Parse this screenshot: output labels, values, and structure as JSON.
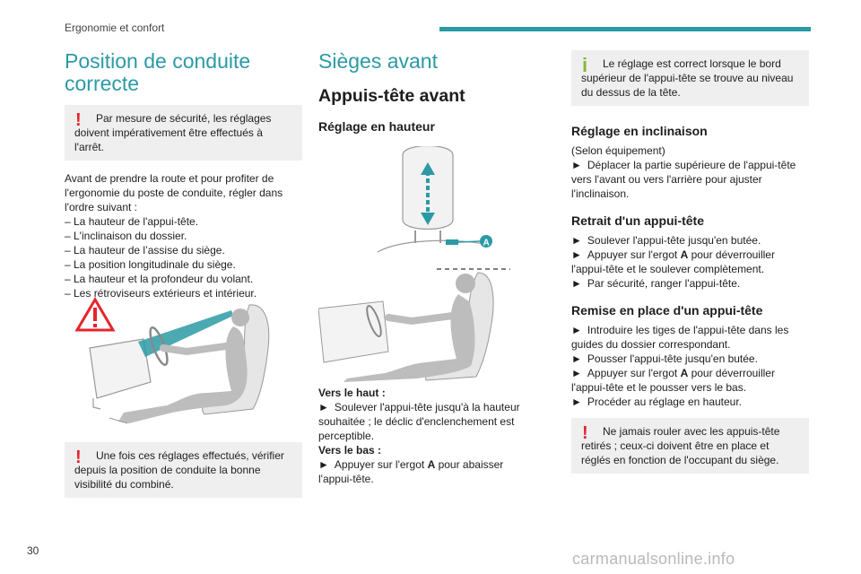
{
  "header": {
    "title": "Ergonomie et confort"
  },
  "col1": {
    "section_title": "Position de conduite correcte",
    "warning": "Par mesure de sécurité, les réglages doivent impérativement être effectués à l'arrêt.",
    "intro": "Avant de prendre la route et pour profiter de l'ergonomie du poste de conduite, régler dans l'ordre suivant :",
    "list": [
      "–  La hauteur de l'appui-tête.",
      "–  L'inclinaison du dossier.",
      "–  La hauteur de l’assise du siège.",
      "–  La position longitudinale du siège.",
      "–  La hauteur et la profondeur du volant.",
      "–  Les rétroviseurs extérieurs et intérieur."
    ],
    "warning2": "Une fois ces réglages effectués, vérifier depuis la position de conduite la bonne visibilité du combiné."
  },
  "col2": {
    "section_title": "Sièges avant",
    "subtitle": "Appuis-tête avant",
    "heading": "Réglage en hauteur",
    "figure_label": "A",
    "up_label": "Vers le haut :",
    "up_text": "Soulever l'appui-tête jusqu'à la hauteur souhaitée ; le déclic d'enclenchement est perceptible.",
    "down_label": "Vers le bas :",
    "down_text_1": "Appuyer sur l'ergot ",
    "down_bold": "A",
    "down_text_2": " pour abaisser l'appui-tête."
  },
  "col3": {
    "info": "Le réglage est correct lorsque le bord supérieur de l'appui-tête se trouve au niveau du dessus de la tête.",
    "incl_heading": "Réglage en inclinaison",
    "incl_text1": "(Selon équipement)",
    "incl_text2": "Déplacer la partie supérieure de l'appui-tête vers l'avant ou vers l'arrière pour ajuster l'inclinaison.",
    "retrait_heading": "Retrait d'un appui-tête",
    "retrait_1": "Soulever l'appui-tête jusqu'en butée.",
    "retrait_2a": "Appuyer sur l'ergot ",
    "retrait_2b": "A",
    "retrait_2c": " pour déverrouiller l'appui-tête et le soulever complètement.",
    "retrait_3": "Par sécurité, ranger l'appui-tête.",
    "remise_heading": "Remise en place d'un appui-tête",
    "remise_1": "Introduire les tiges de l'appui-tête dans les guides du dossier correspondant.",
    "remise_2": "Pousser l'appui-tête jusqu'en butée.",
    "remise_3a": "Appuyer sur l'ergot ",
    "remise_3b": "A",
    "remise_3c": " pour déverrouiller l'appui-tête et le pousser vers le bas.",
    "remise_4": "Procéder au réglage en hauteur.",
    "warning": "Ne jamais rouler avec les appuis-tête retirés ; ceux-ci doivent être en place et réglés en fonction de l'occupant du siège."
  },
  "bullet": "►",
  "warning_mark": "!",
  "info_mark": "i",
  "footer": {
    "page_number": "30",
    "watermark": "carmanualsonline.info"
  },
  "colors": {
    "accent": "#2b9aa5",
    "warning": "#e5242b",
    "info": "#8bb43a",
    "box_bg": "#efefef"
  }
}
